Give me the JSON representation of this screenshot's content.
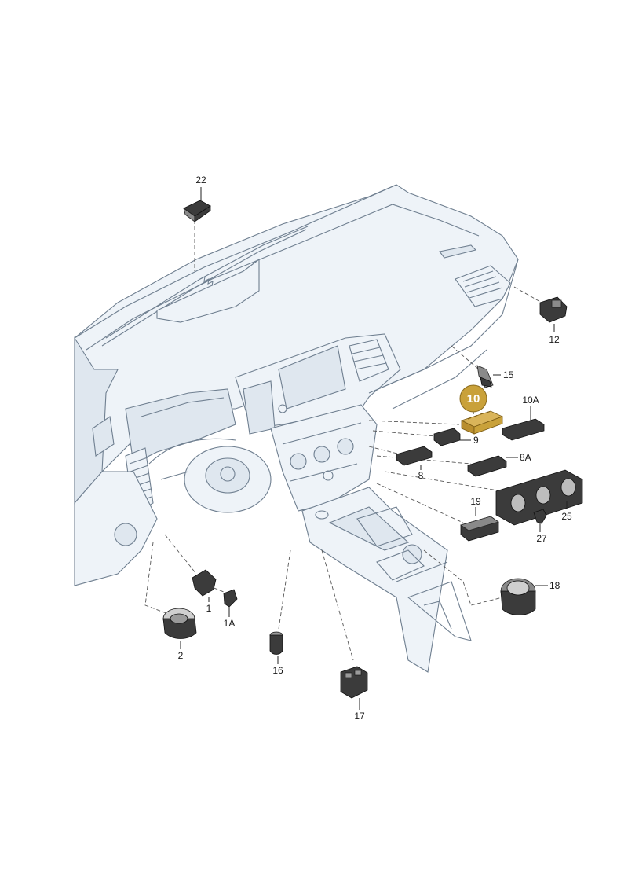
{
  "highlight": {
    "label": "10",
    "color": "#c9a13a",
    "part_color": "#d9b45a"
  },
  "colors": {
    "body_stroke": "#6f7f90",
    "body_fill": "#eef3f8",
    "part_dark": "#3b3b3b"
  },
  "parts": [
    {
      "id": "22",
      "label": "22"
    },
    {
      "id": "12",
      "label": "12"
    },
    {
      "id": "15",
      "label": "15"
    },
    {
      "id": "10A",
      "label": "10A"
    },
    {
      "id": "9",
      "label": "9"
    },
    {
      "id": "8A",
      "label": "8A"
    },
    {
      "id": "8",
      "label": "8"
    },
    {
      "id": "19",
      "label": "19"
    },
    {
      "id": "25",
      "label": "25"
    },
    {
      "id": "27",
      "label": "27"
    },
    {
      "id": "18",
      "label": "18"
    },
    {
      "id": "1",
      "label": "1"
    },
    {
      "id": "1A",
      "label": "1A"
    },
    {
      "id": "2",
      "label": "2"
    },
    {
      "id": "16",
      "label": "16"
    },
    {
      "id": "17",
      "label": "17"
    }
  ]
}
